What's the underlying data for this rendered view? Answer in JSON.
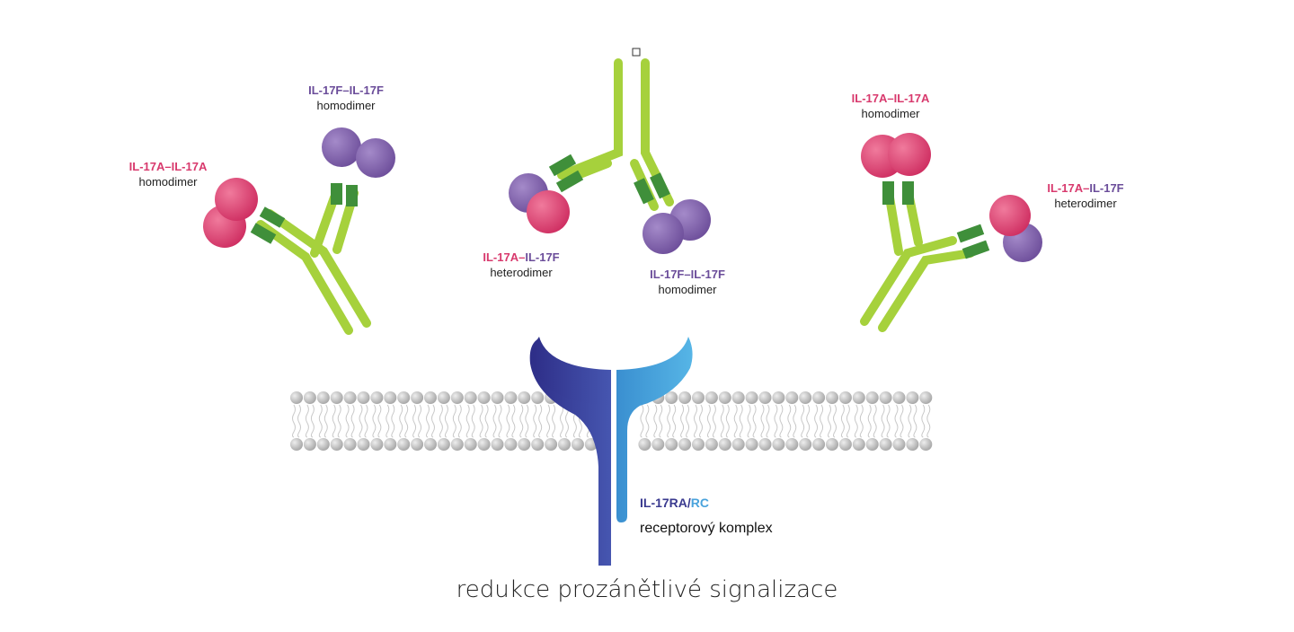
{
  "colors": {
    "il17a": "#d8396d",
    "il17f": "#7a5aa6",
    "antibody_light": "#a6d13c",
    "antibody_dark": "#3f8f3a",
    "receptor_ra": "#35358f",
    "receptor_rc": "#3fa0dc",
    "membrane": "#c4c4c4"
  },
  "labels": {
    "left_top": {
      "a": "IL-17F",
      "sep": "–",
      "b": "IL-17F",
      "sub": "homodimer"
    },
    "left_mid": {
      "a": "IL-17A",
      "sep": "–",
      "b": "IL-17A",
      "sub": "homodimer"
    },
    "center_left": {
      "a": "IL-17A",
      "sep": "–",
      "b": "IL-17F",
      "sub": "heterodimer"
    },
    "center_right": {
      "a": "IL-17F",
      "sep": "–",
      "b": "IL-17F",
      "sub": "homodimer"
    },
    "right_top": {
      "a": "IL-17A",
      "sep": "–",
      "b": "IL-17A",
      "sub": "homodimer"
    },
    "right_mid": {
      "a": "IL-17A",
      "sep": "–",
      "b": "IL-17F",
      "sub": "heterodimer"
    }
  },
  "receptor": {
    "ra": "IL-17RA",
    "slash": "/",
    "rc": "RC",
    "description": "receptorový komplex"
  },
  "caption": "redukce prozánětlivé signalizace"
}
